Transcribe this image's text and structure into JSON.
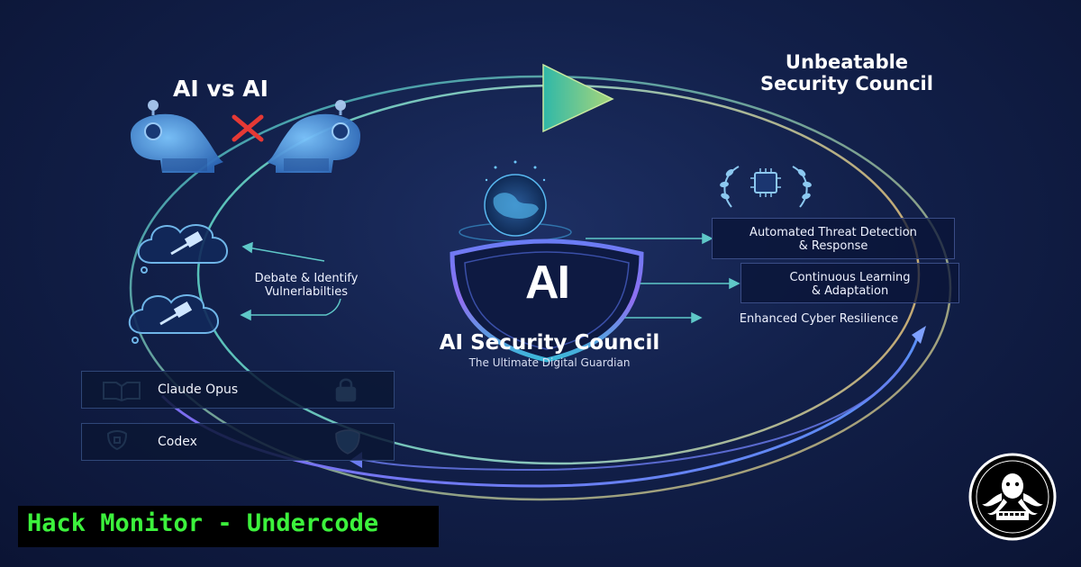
{
  "ai_vs_ai": {
    "title": "AI vs AI"
  },
  "council": {
    "title_line1": "Unbeatable",
    "title_line2": "Security Council"
  },
  "features": {
    "threat": {
      "line1": "Automated Threat Detection",
      "line2": "& Response"
    },
    "learning": {
      "line1": "Continuous Learning",
      "line2": "& Adaptation"
    },
    "resilience": "Enhanced Cyber Resilience"
  },
  "debate": {
    "line1": "Debate & Identify",
    "line2": "Vulnerlabilties"
  },
  "shield": {
    "label": "AI"
  },
  "center": {
    "name": "AI Security Council",
    "subtitle": "The Ultimate Digital Guardian"
  },
  "models": [
    {
      "label": "Claude Opus",
      "lead_icon": "book-icon",
      "trail_icon": "lock-icon"
    },
    {
      "label": "Codex",
      "lead_icon": "small-shield-icon",
      "trail_icon": "shield-icon"
    }
  ],
  "brand": {
    "text": "Hack Monitor - Undercode"
  },
  "colors": {
    "background": "#12204a",
    "accent_teal": "#5fd3c6",
    "accent_gold": "#d8b878",
    "accent_purple": "#7d6cf0",
    "conflict_red": "#e53935",
    "brand_green": "#3cf23c"
  }
}
